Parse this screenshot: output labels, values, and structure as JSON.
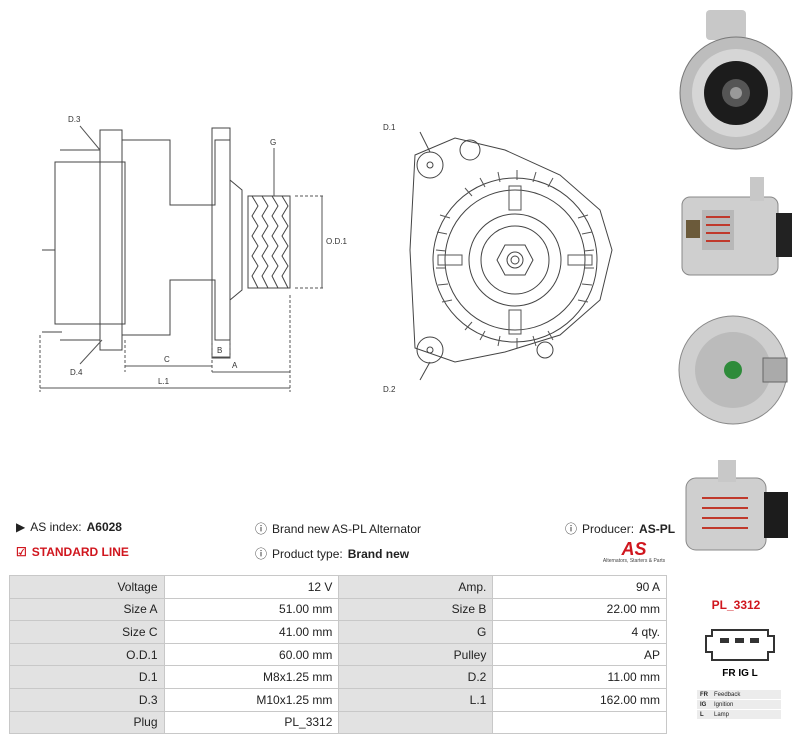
{
  "drawing_labels": {
    "d3": "D.3",
    "d4": "D.4",
    "g": "G",
    "od1": "O.D.1",
    "c": "C",
    "b": "B",
    "a": "A",
    "l1": "L.1",
    "d1": "D.1",
    "d2": "D.2"
  },
  "info": {
    "as_index_label": "AS index:",
    "as_index_value": "A6028",
    "alternator_text": "Brand new AS-PL Alternator",
    "producer_label": "Producer:",
    "producer_value": "AS-PL",
    "standard_line": "STANDARD LINE",
    "product_type_label": "Product type:",
    "product_type_value": "Brand new",
    "logo_text": "AS",
    "logo_tagline": "Alternators, Starters & Parts"
  },
  "specs": [
    {
      "l1": "Voltage",
      "v1": "12 V",
      "l2": "Amp.",
      "v2": "90 A"
    },
    {
      "l1": "Size A",
      "v1": "51.00 mm",
      "l2": "Size B",
      "v2": "22.00 mm"
    },
    {
      "l1": "Size C",
      "v1": "41.00 mm",
      "l2": "G",
      "v2": "4 qty."
    },
    {
      "l1": "O.D.1",
      "v1": "60.00 mm",
      "l2": "Pulley",
      "v2": "AP"
    },
    {
      "l1": "D.1",
      "v1": "M8x1.25 mm",
      "l2": "D.2",
      "v2": "11.00 mm"
    },
    {
      "l1": "D.3",
      "v1": "M10x1.25 mm",
      "l2": "L.1",
      "v2": "162.00 mm"
    },
    {
      "l1": "Plug",
      "v1": "PL_3312",
      "l2": "",
      "v2": ""
    }
  ],
  "plug": {
    "name": "PL_3312",
    "pins": "FR IG L",
    "legend": [
      {
        "k": "FR",
        "v": "Feedback"
      },
      {
        "k": "IG",
        "v": "Ignition"
      },
      {
        "k": "L",
        "v": "Lamp"
      }
    ]
  },
  "colors": {
    "accent": "#d0161e",
    "table_label_bg": "#e2e2e2",
    "line": "#444444"
  }
}
